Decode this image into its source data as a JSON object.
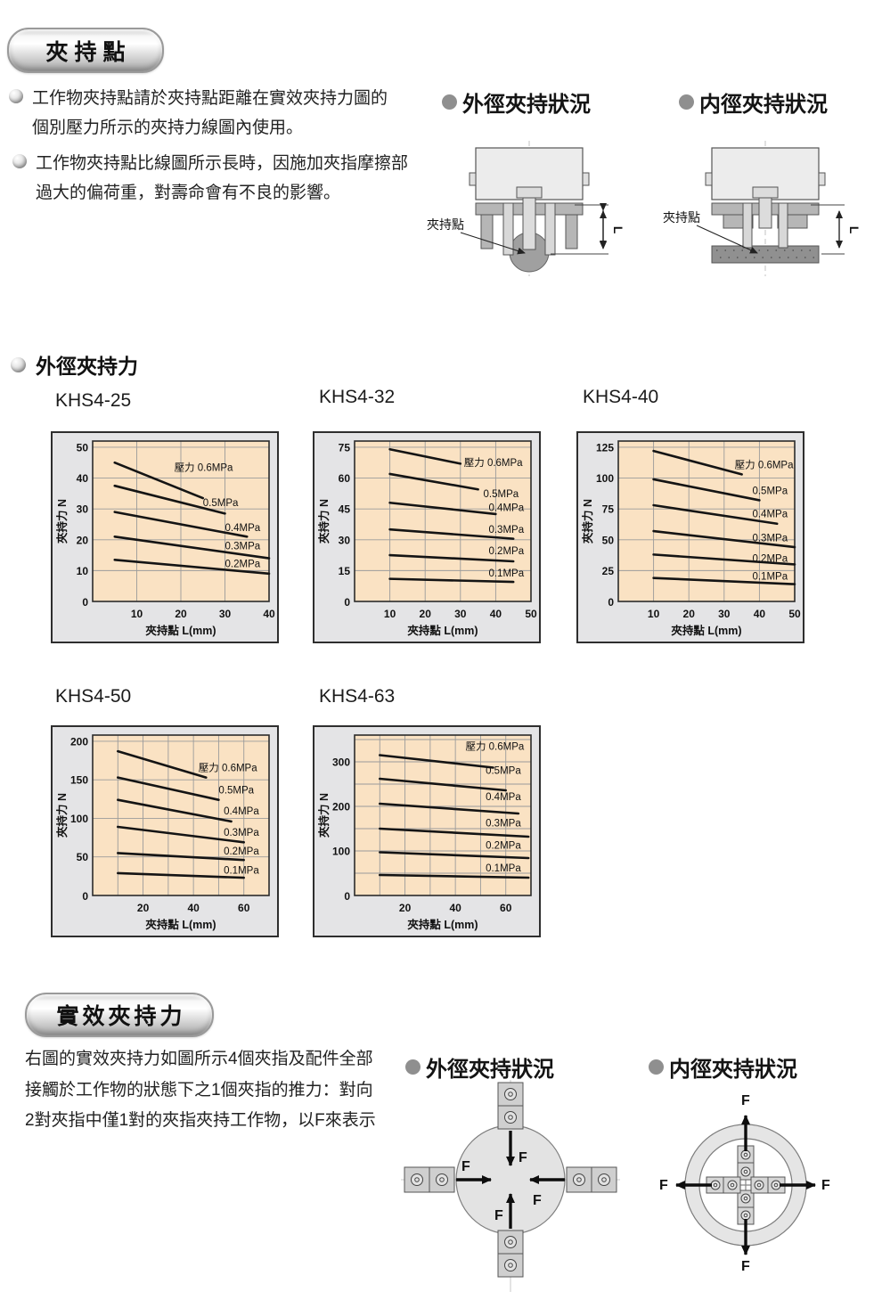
{
  "page": {
    "section1": {
      "badge": "夾持點",
      "bullet1_lines": [
        "工作物夾持點請於夾持點距離在實效夾持力圖的",
        "個別壓力所示的夾持力線圖內使用。"
      ],
      "bullet2_lines": [
        "工作物夾持點比線圖所示長時，因施加夾指摩擦部",
        "過大的偏荷重，對壽命會有不良的影響。"
      ],
      "diagram_left_title": "外徑夾持狀況",
      "diagram_right_title": "内徑夾持狀況",
      "grip_point_label": "夾持點",
      "dim_label": "L"
    },
    "section2": {
      "title": "外徑夾持力"
    },
    "section3": {
      "badge": "實效夾持力",
      "paragraph_lines": [
        "右圖的實效夾持力如圖所示4個夾指及配件全部",
        "接觸於工作物的狀態下之1個夾指的推力：對向",
        "2對夾指中僅1對的夾指夾持工作物，以F來表示"
      ],
      "diagram_left_title": "外徑夾持狀況",
      "diagram_right_title": "内徑夾持狀況",
      "force_label": "F"
    }
  },
  "colors": {
    "plot_bg": "#FAE2C3",
    "chart_frame_bg": "#E4E4E6",
    "grid": "#9B9B9B",
    "series_line": "#141414",
    "plot_border": "#2B2B2B"
  },
  "chart_data": [
    {
      "type": "line",
      "title": "KHS4-25",
      "xlabel": "夾持點 L(mm)",
      "ylabel": "夾持力 N",
      "xlim": [
        0,
        40
      ],
      "ylim": [
        0,
        52
      ],
      "xticks": [
        10,
        20,
        30,
        40
      ],
      "yticks": [
        10,
        20,
        30,
        40,
        50
      ],
      "xgrid": 10,
      "ygrid": 10,
      "origin_label": "0",
      "series": [
        {
          "label": "壓力 0.6MPa",
          "points": [
            [
              5,
              45
            ],
            [
              25,
              33.5
            ]
          ],
          "label_at": [
            18.5,
            43.5
          ]
        },
        {
          "label": "0.5MPa",
          "points": [
            [
              5,
              37.5
            ],
            [
              30,
              28.5
            ]
          ],
          "label_at": [
            25,
            32
          ]
        },
        {
          "label": "0.4MPa",
          "points": [
            [
              5,
              29
            ],
            [
              35,
              21
            ]
          ],
          "label_at": [
            30,
            24
          ]
        },
        {
          "label": "0.3MPa",
          "points": [
            [
              5,
              21
            ],
            [
              40,
              14
            ]
          ],
          "label_at": [
            30,
            18
          ]
        },
        {
          "label": "0.2MPa",
          "points": [
            [
              5,
              13.5
            ],
            [
              40,
              9
            ]
          ],
          "label_at": [
            30,
            12.3
          ]
        }
      ]
    },
    {
      "type": "line",
      "title": "KHS4-32",
      "xlabel": "夾持點 L(mm)",
      "ylabel": "夾持力 N",
      "xlim": [
        0,
        50
      ],
      "ylim": [
        0,
        78
      ],
      "xticks": [
        10,
        20,
        30,
        40,
        50
      ],
      "yticks": [
        15,
        30,
        45,
        60,
        75
      ],
      "xgrid": 10,
      "ygrid": 15,
      "origin_label": "0",
      "series": [
        {
          "label": "壓力 0.6MPa",
          "points": [
            [
              10,
              74
            ],
            [
              30,
              67
            ]
          ],
          "label_at": [
            31,
            67.5
          ]
        },
        {
          "label": "0.5MPa",
          "points": [
            [
              10,
              62
            ],
            [
              35,
              54.5
            ]
          ],
          "label_at": [
            36.5,
            52.5
          ]
        },
        {
          "label": "0.4MPa",
          "points": [
            [
              10,
              48
            ],
            [
              40,
              42.5
            ]
          ],
          "label_at": [
            38,
            45.8
          ]
        },
        {
          "label": "0.3MPa",
          "points": [
            [
              10,
              35
            ],
            [
              45,
              30.5
            ]
          ],
          "label_at": [
            38,
            35
          ]
        },
        {
          "label": "0.2MPa",
          "points": [
            [
              10,
              22.5
            ],
            [
              45,
              19.5
            ]
          ],
          "label_at": [
            38,
            24.6
          ]
        },
        {
          "label": "0.1MPa",
          "points": [
            [
              10,
              11
            ],
            [
              45,
              9.5
            ]
          ],
          "label_at": [
            38,
            13.9
          ]
        }
      ]
    },
    {
      "type": "line",
      "title": "KHS4-40",
      "xlabel": "夾持點 L(mm)",
      "ylabel": "夾持力 N",
      "xlim": [
        0,
        50
      ],
      "ylim": [
        0,
        130
      ],
      "xticks": [
        10,
        20,
        30,
        40,
        50
      ],
      "yticks": [
        25,
        50,
        75,
        100,
        125
      ],
      "xgrid": 10,
      "ygrid": 25,
      "origin_label": "0",
      "series": [
        {
          "label": "壓力 0.6MPa",
          "points": [
            [
              10,
              122
            ],
            [
              35,
              103
            ]
          ],
          "label_at": [
            33,
            111
          ]
        },
        {
          "label": "0.5MPa",
          "points": [
            [
              10,
              99
            ],
            [
              40,
              82
            ]
          ],
          "label_at": [
            38,
            90
          ]
        },
        {
          "label": "0.4MPa",
          "points": [
            [
              10,
              78
            ],
            [
              45,
              63
            ]
          ],
          "label_at": [
            38,
            71
          ]
        },
        {
          "label": "0.3MPa",
          "points": [
            [
              10,
              57
            ],
            [
              50,
              44
            ]
          ],
          "label_at": [
            38,
            51.5
          ]
        },
        {
          "label": "0.2MPa",
          "points": [
            [
              10,
              38
            ],
            [
              50,
              30
            ]
          ],
          "label_at": [
            38,
            35
          ]
        },
        {
          "label": "0.1MPa",
          "points": [
            [
              10,
              19
            ],
            [
              50,
              14
            ]
          ],
          "label_at": [
            38,
            20.5
          ]
        }
      ]
    },
    {
      "type": "line",
      "title": "KHS4-50",
      "xlabel": "夾持點 L(mm)",
      "ylabel": "夾持力 N",
      "xlim": [
        0,
        70
      ],
      "ylim": [
        0,
        208
      ],
      "xticks": [
        20,
        40,
        60
      ],
      "yticks": [
        50,
        100,
        150,
        200
      ],
      "xgrid": 10,
      "ygrid": 50,
      "origin_label": "0",
      "series": [
        {
          "label": "壓力 0.6MPa",
          "points": [
            [
              10,
              187
            ],
            [
              45,
              153
            ]
          ],
          "label_at": [
            42,
            166
          ]
        },
        {
          "label": "0.5MPa",
          "points": [
            [
              10,
              153
            ],
            [
              50,
              124
            ]
          ],
          "label_at": [
            50,
            137
          ]
        },
        {
          "label": "0.4MPa",
          "points": [
            [
              10,
              124
            ],
            [
              55,
              96
            ]
          ],
          "label_at": [
            52,
            110
          ]
        },
        {
          "label": "0.3MPa",
          "points": [
            [
              10,
              89
            ],
            [
              60,
              69
            ]
          ],
          "label_at": [
            52,
            82
          ]
        },
        {
          "label": "0.2MPa",
          "points": [
            [
              10,
              55
            ],
            [
              60,
              46
            ]
          ],
          "label_at": [
            52,
            58
          ]
        },
        {
          "label": "0.1MPa",
          "points": [
            [
              10,
              29
            ],
            [
              60,
              23
            ]
          ],
          "label_at": [
            52,
            33
          ]
        }
      ]
    },
    {
      "type": "line",
      "title": "KHS4-63",
      "xlabel": "夾持點 L(mm)",
      "ylabel": "夾持力 N",
      "xlim": [
        0,
        70
      ],
      "ylim": [
        0,
        360
      ],
      "xticks": [
        20,
        40,
        60
      ],
      "yticks": [
        100,
        200,
        300
      ],
      "xgrid": 10,
      "ygrid": 50,
      "origin_label": "0",
      "series": [
        {
          "label": "壓力 0.6MPa",
          "points": [
            [
              10,
              315
            ],
            [
              55,
              287
            ]
          ],
          "label_at": [
            44,
            335
          ]
        },
        {
          "label": "0.5MPa",
          "points": [
            [
              10,
              262
            ],
            [
              60,
              236
            ]
          ],
          "label_at": [
            52,
            281
          ]
        },
        {
          "label": "0.4MPa",
          "points": [
            [
              10,
              206
            ],
            [
              65,
              184
            ]
          ],
          "label_at": [
            52,
            222
          ]
        },
        {
          "label": "0.3MPa",
          "points": [
            [
              10,
              150
            ],
            [
              69,
              132
            ]
          ],
          "label_at": [
            52,
            163
          ]
        },
        {
          "label": "0.2MPa",
          "points": [
            [
              10,
              97
            ],
            [
              69,
              84
            ]
          ],
          "label_at": [
            52,
            113
          ]
        },
        {
          "label": "0.1MPa",
          "points": [
            [
              10,
              46
            ],
            [
              69,
              40
            ]
          ],
          "label_at": [
            52,
            62
          ]
        }
      ]
    }
  ]
}
